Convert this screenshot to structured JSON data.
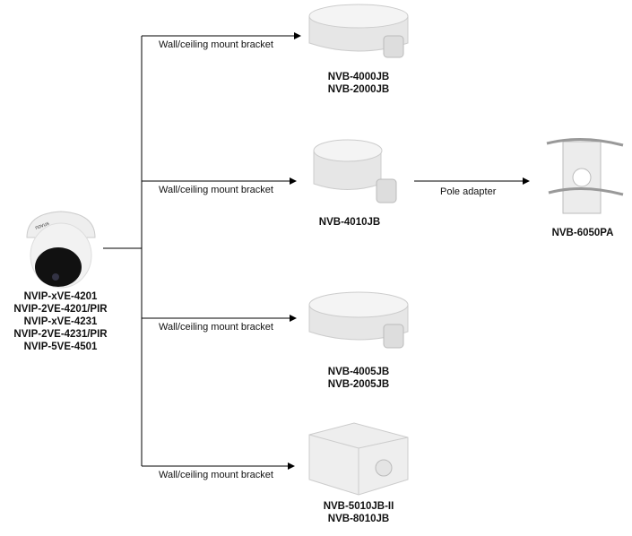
{
  "camera": {
    "models": [
      "NVIP-xVE-4201",
      "NVIP-2VE-4201/PIR",
      "NVIP-xVE-4231",
      "NVIP-2VE-4231/PIR",
      "NVIP-5VE-4501"
    ],
    "logo": "novus"
  },
  "branches": [
    {
      "edge_label": "Wall/ceiling mount bracket",
      "models": [
        "NVB-4000JB",
        "NVB-2000JB"
      ]
    },
    {
      "edge_label": "Wall/ceiling mount bracket",
      "models": [
        "NVB-4010JB"
      ]
    },
    {
      "edge_label": "Wall/ceiling mount bracket",
      "models": [
        "NVB-4005JB",
        "NVB-2005JB"
      ]
    },
    {
      "edge_label": "Wall/ceiling mount bracket",
      "models": [
        "NVB-5010JB-II",
        "NVB-8010JB"
      ]
    }
  ],
  "pole": {
    "edge_label": "Pole adapter",
    "models": [
      "NVB-6050PA"
    ]
  }
}
